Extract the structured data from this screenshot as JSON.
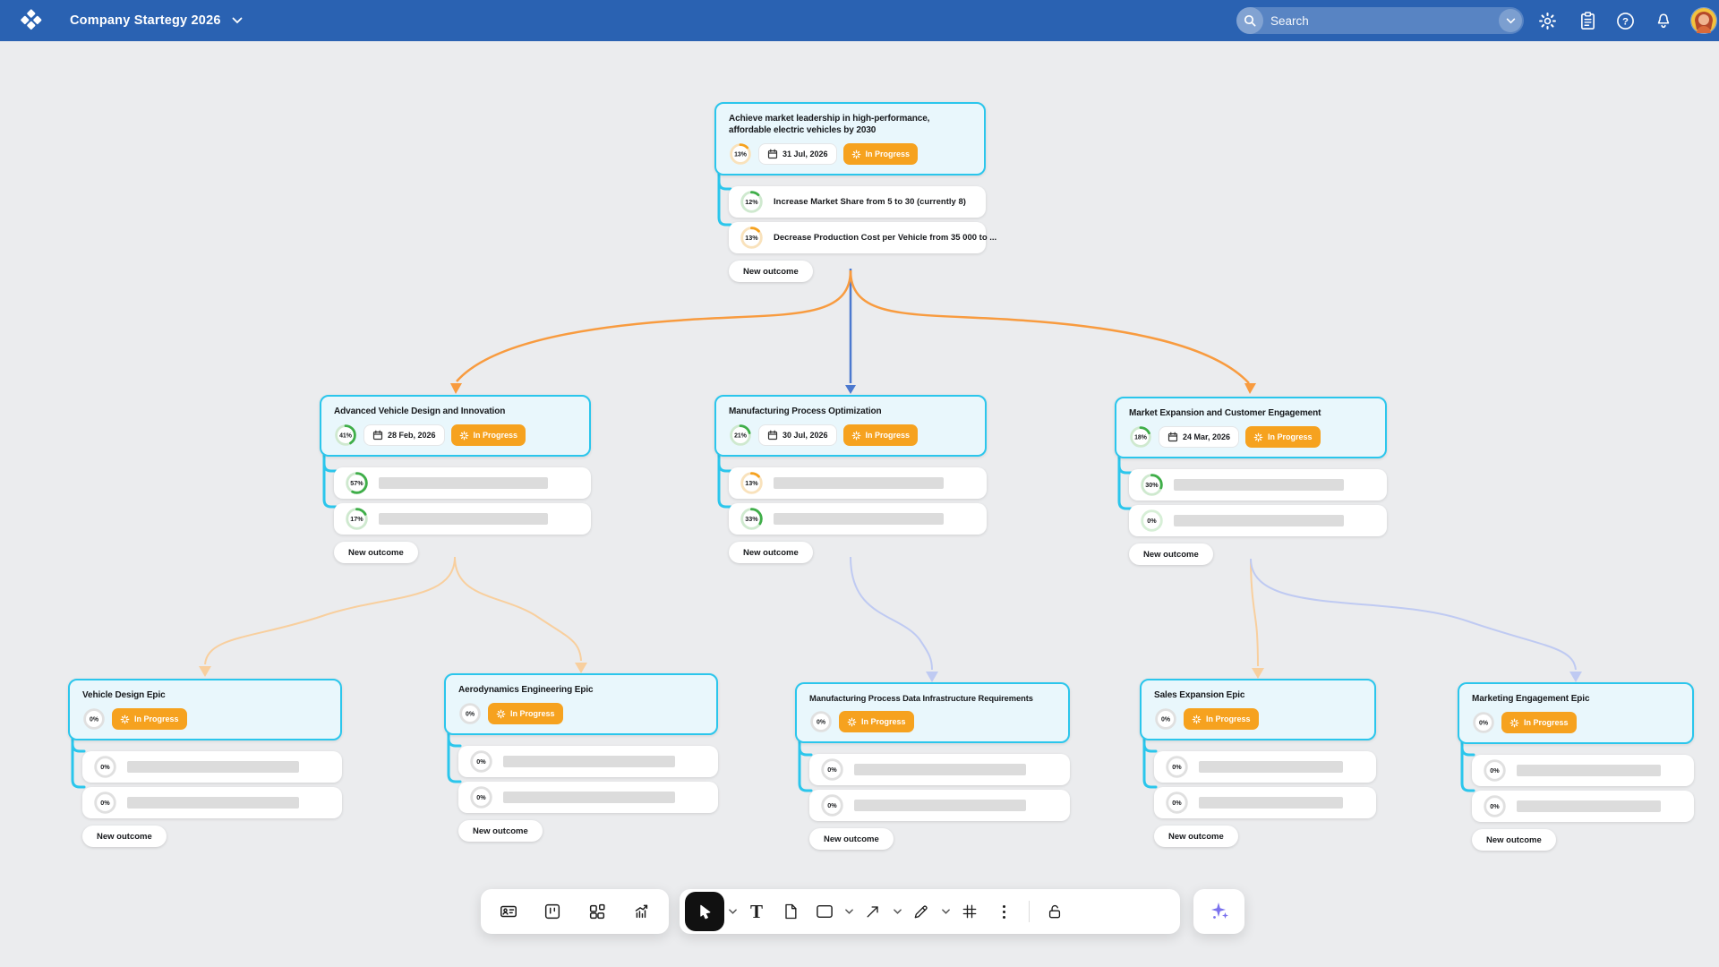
{
  "topbar": {
    "title": "Company Startegy 2026",
    "search_placeholder": "Search",
    "icons": [
      "search",
      "chevron-down",
      "settings-gear",
      "clipboard",
      "help",
      "notifications-bell",
      "avatar"
    ]
  },
  "labels": {
    "new_outcome": "New outcome"
  },
  "colors": {
    "topbar_bg": "#2a62b2",
    "canvas_bg": "#ebecee",
    "accent_cyan": "#2bc6ec",
    "card_bg": "#e9f7fc",
    "badge_orange": "#f6a21f",
    "conn_orange": "#f89b3f",
    "conn_blue": "#4c79cf",
    "conn_orange_light": "#f8cf9e",
    "conn_purple_light": "#bfcaf2",
    "skeleton": "#dcdcdc",
    "ai_purple": "#7b72ee"
  },
  "ring_themes": {
    "green": {
      "arc": "#3fae49",
      "track": "#cfe9cf"
    },
    "orange": {
      "arc": "#f6a21f",
      "track": "#f9e2bc"
    },
    "gray": {
      "arc": "#9e9e9e",
      "track": "#e0e0e0"
    },
    "green_zero": {
      "arc": "#3fae49",
      "track": "#d7efd7"
    }
  },
  "goals": [
    {
      "title": "Achieve market leadership in high-performance, affordable electric vehicles by 2030",
      "ring": {
        "label": "13%",
        "pct": 13,
        "theme": "orange"
      },
      "due": "31 Jul, 2026",
      "status": "In Progress",
      "outcomes": [
        {
          "ring": {
            "label": "12%",
            "pct": 12,
            "theme": "green"
          },
          "text": "Increase Market Share from 5 to 30 (currently 8)"
        },
        {
          "ring": {
            "label": "13%",
            "pct": 13,
            "theme": "orange"
          },
          "text": "Decrease Production Cost per Vehicle from 35 000 to ..."
        }
      ]
    },
    {
      "title": "Advanced Vehicle Design and Innovation",
      "ring": {
        "label": "41%",
        "pct": 41,
        "theme": "green"
      },
      "due": "28 Feb, 2026",
      "status": "In Progress",
      "outcomes": [
        {
          "ring": {
            "label": "57%",
            "pct": 57,
            "theme": "green"
          }
        },
        {
          "ring": {
            "label": "17%",
            "pct": 17,
            "theme": "green"
          }
        }
      ]
    },
    {
      "title": "Manufacturing Process Optimization",
      "ring": {
        "label": "21%",
        "pct": 21,
        "theme": "green"
      },
      "due": "30 Jul, 2026",
      "status": "In Progress",
      "outcomes": [
        {
          "ring": {
            "label": "13%",
            "pct": 13,
            "theme": "orange"
          }
        },
        {
          "ring": {
            "label": "33%",
            "pct": 33,
            "theme": "green"
          }
        }
      ]
    },
    {
      "title": "Market Expansion and Customer Engagement",
      "ring": {
        "label": "18%",
        "pct": 18,
        "theme": "green"
      },
      "due": "24 Mar, 2026",
      "status": "In Progress",
      "outcomes": [
        {
          "ring": {
            "label": "30%",
            "pct": 30,
            "theme": "green"
          }
        },
        {
          "ring": {
            "label": "0%",
            "pct": 0,
            "theme": "green_zero"
          }
        }
      ]
    },
    {
      "title": "Vehicle Design Epic",
      "ring": {
        "label": "0%",
        "pct": 0,
        "theme": "gray"
      },
      "status": "In Progress",
      "outcomes": [
        {
          "ring": {
            "label": "0%",
            "pct": 0,
            "theme": "gray"
          }
        },
        {
          "ring": {
            "label": "0%",
            "pct": 0,
            "theme": "gray"
          }
        }
      ]
    },
    {
      "title": "Aerodynamics Engineering Epic",
      "ring": {
        "label": "0%",
        "pct": 0,
        "theme": "gray"
      },
      "status": "In Progress",
      "outcomes": [
        {
          "ring": {
            "label": "0%",
            "pct": 0,
            "theme": "gray"
          }
        },
        {
          "ring": {
            "label": "0%",
            "pct": 0,
            "theme": "gray"
          }
        }
      ]
    },
    {
      "title": "Manufacturing Process Data Infrastructure Requirements",
      "ring": {
        "label": "0%",
        "pct": 0,
        "theme": "gray"
      },
      "status": "In Progress",
      "outcomes": [
        {
          "ring": {
            "label": "0%",
            "pct": 0,
            "theme": "gray"
          }
        },
        {
          "ring": {
            "label": "0%",
            "pct": 0,
            "theme": "gray"
          }
        }
      ]
    },
    {
      "title": "Sales Expansion Epic",
      "ring": {
        "label": "0%",
        "pct": 0,
        "theme": "gray"
      },
      "status": "In Progress",
      "outcomes": [
        {
          "ring": {
            "label": "0%",
            "pct": 0,
            "theme": "gray"
          }
        },
        {
          "ring": {
            "label": "0%",
            "pct": 0,
            "theme": "gray"
          }
        }
      ]
    },
    {
      "title": "Marketing Engagement Epic",
      "ring": {
        "label": "0%",
        "pct": 0,
        "theme": "gray"
      },
      "status": "In Progress",
      "outcomes": [
        {
          "ring": {
            "label": "0%",
            "pct": 0,
            "theme": "gray"
          }
        },
        {
          "ring": {
            "label": "0%",
            "pct": 0,
            "theme": "gray"
          }
        }
      ]
    }
  ],
  "toolbar": {
    "left_icons": [
      "contact-card",
      "kanban-board",
      "blocks-layout",
      "analytics-chart"
    ],
    "main_tools": [
      "select-cursor",
      "text",
      "document",
      "shape",
      "arrow",
      "pencil",
      "frame",
      "more",
      "lock-open"
    ],
    "ai_icon": "sparkles"
  }
}
